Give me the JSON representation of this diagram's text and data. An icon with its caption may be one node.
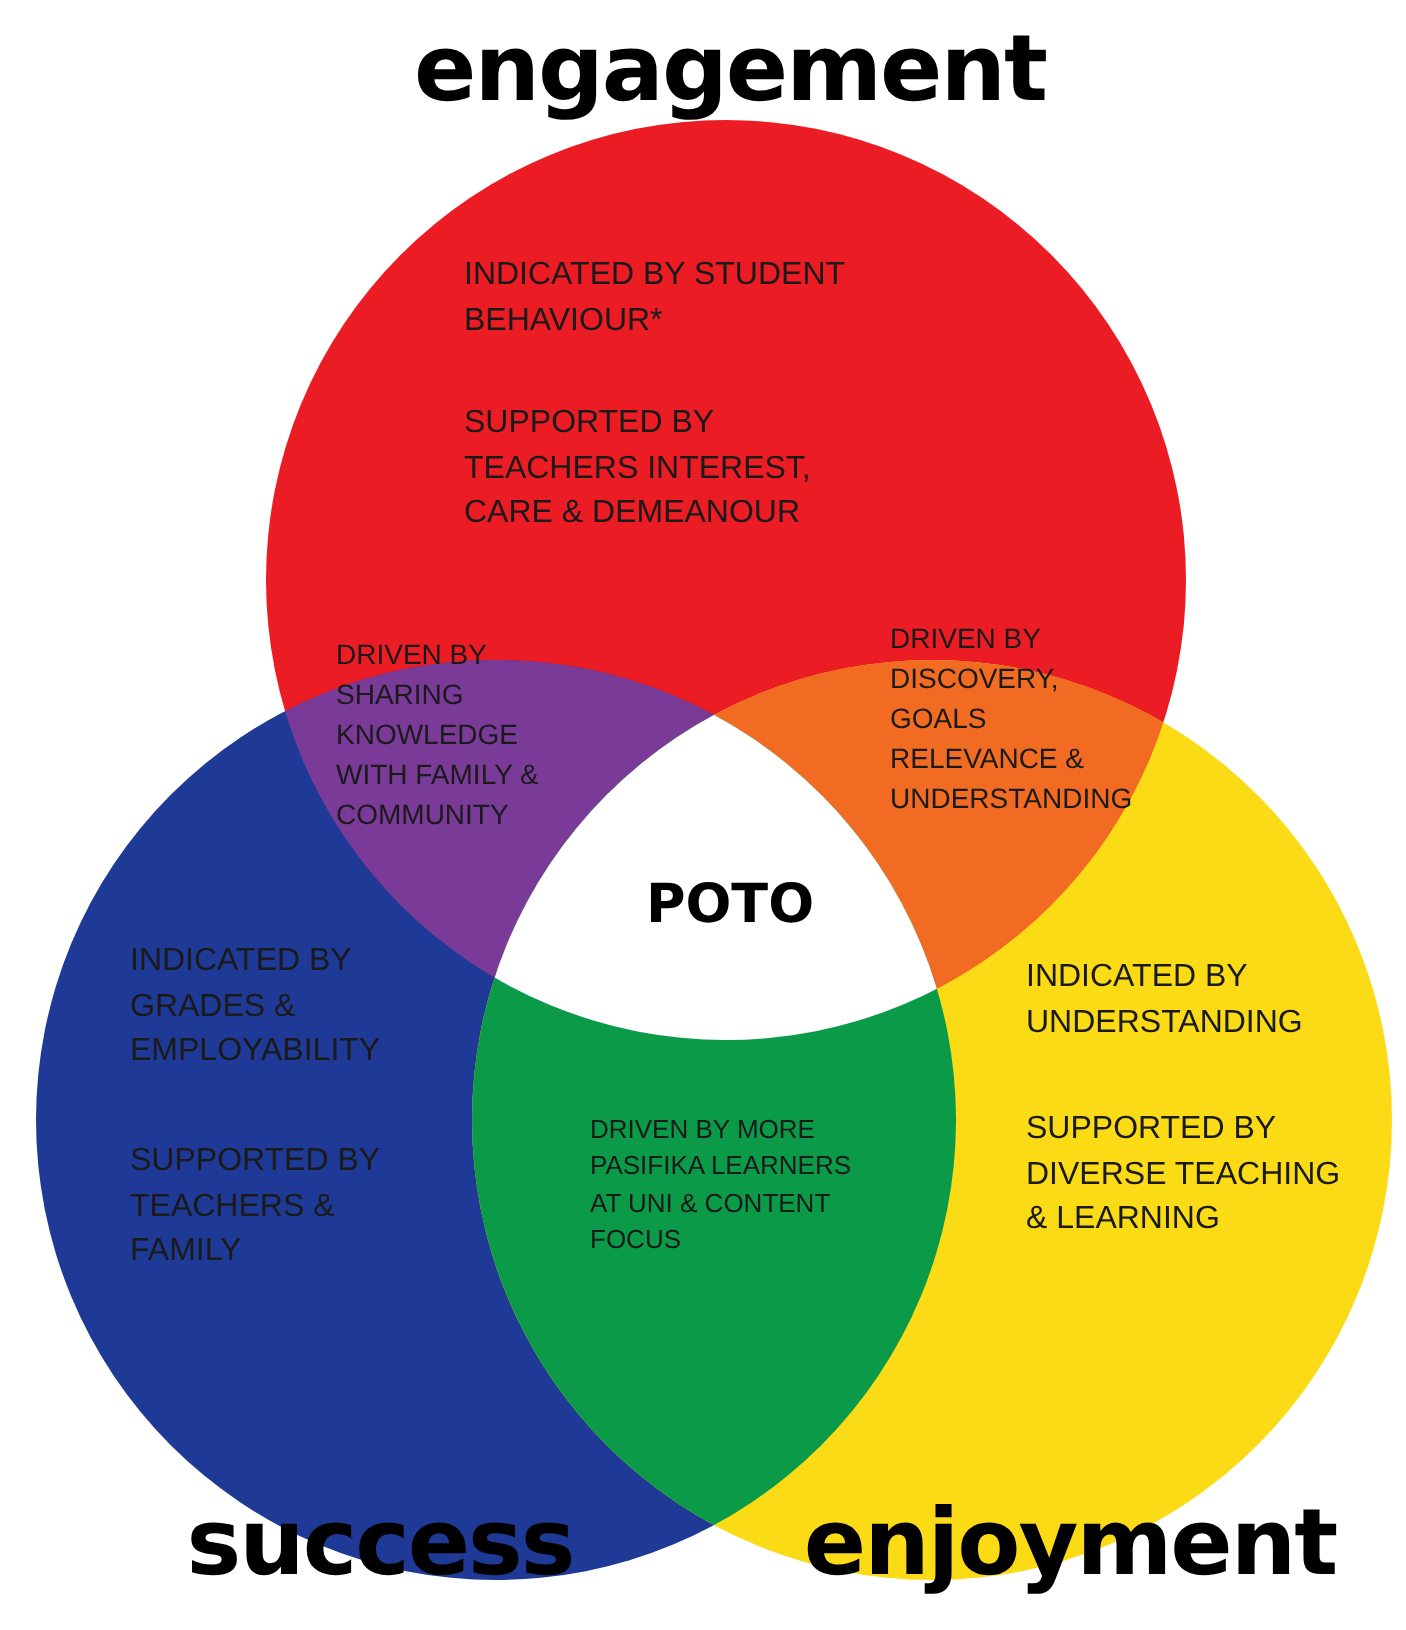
{
  "diagram": {
    "nodes": [
      {
        "text": [
          "engagement",
          "INDICATED BY STUDENT BEHAVIOUR*",
          "SUPPORTED BY TEACHERS INTEREST, CARE & DEMEANOUR"
        ]
      },
      {
        "text": [
          "DRIVEN BY SHARING KNOWLEDGE WITH FAMILY & COMMUNITY"
        ]
      },
      {
        "text": [
          "DRIVEN BY DISCOVERY, GOALS RELEVANCE & UNDERSTANDING"
        ]
      },
      {
        "text": [
          "POTO"
        ]
      },
      {
        "text": [
          "INDICATED BY GRADES & EMPLOYABILITY",
          "SUPPORTED BY TEACHERS & FAMILY",
          "success"
        ]
      },
      {
        "text": [
          "DRIVEN BY MORE PASIFIKA LEARNERS AT UNI & CONTENT FOCUS"
        ]
      },
      {
        "text": [
          "INDICATED BY UNDERSTANDING",
          "SUPPORTED BY DIVERSE TEACHING & LEARNING",
          "enjoyment"
        ]
      }
    ],
    "edges": []
  }
}
